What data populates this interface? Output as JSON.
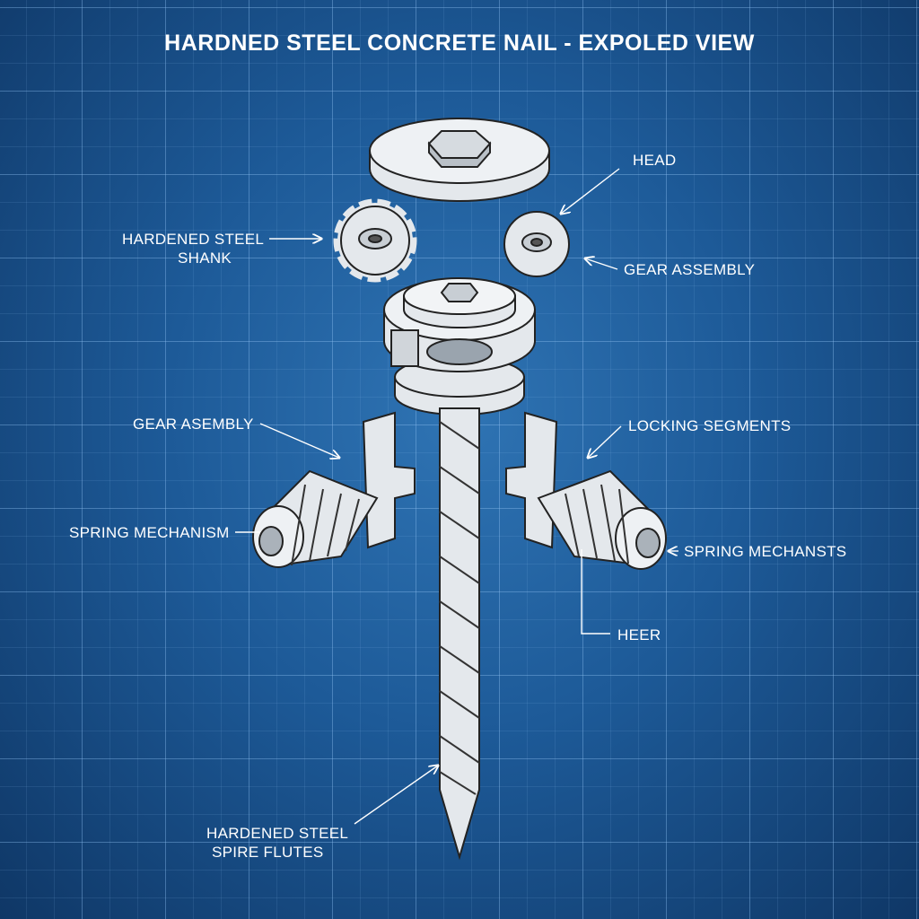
{
  "title": "HARDNED STEEL CONCRETE NAIL - EXPOLED VIEW",
  "labels": {
    "head": "HEAD",
    "shank_line1": "HARDENED STEEL",
    "shank_line2": "SHANK",
    "gear_assembly_right": "GEAR  ASSEMBLY",
    "gear_assembly_left": "GEAR ASEMBLY",
    "locking_segments": "LOCKING SEGMENTS",
    "spring_left": "SPRING MECHANISM",
    "spring_right": "SPRING MECHANSTS",
    "heer": "HEER",
    "flutes_line1": "HARDENED STEEL",
    "flutes_line2": "SPIRE FLUTES"
  },
  "colors": {
    "background": "#1d5a98",
    "grid": "#8cbef0",
    "ink": "#ffffff",
    "part_fill": "#e4e8ec"
  }
}
